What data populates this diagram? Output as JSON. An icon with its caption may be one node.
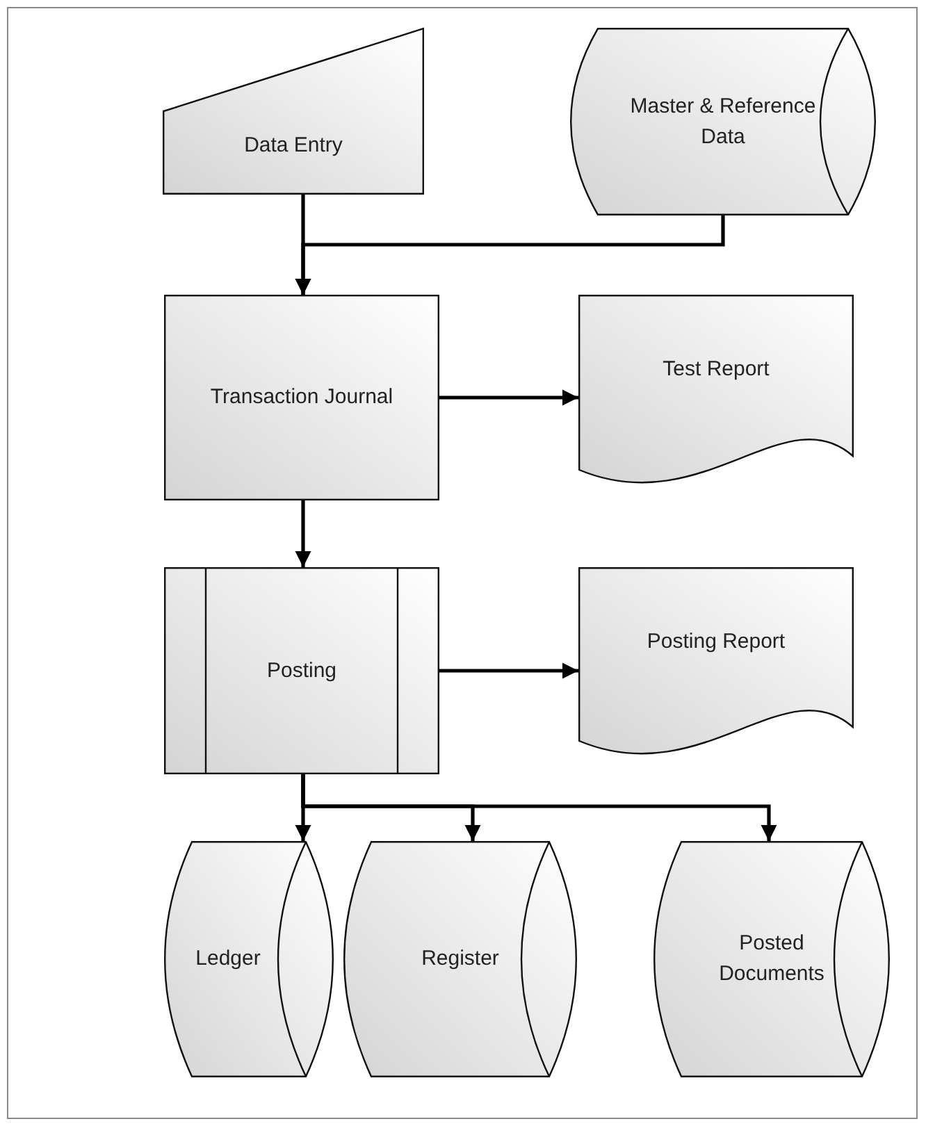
{
  "diagram": {
    "nodes": [
      {
        "text": [
          "Data Entry"
        ]
      },
      {
        "text": [
          "Master & Reference Data"
        ]
      },
      {
        "text": [
          "Transaction Journal"
        ]
      },
      {
        "text": [
          "Test Report"
        ]
      },
      {
        "text": [
          "Posting"
        ]
      },
      {
        "text": [
          "Posting Report"
        ]
      },
      {
        "text": [
          "Ledger"
        ]
      },
      {
        "text": [
          "Register"
        ]
      },
      {
        "text": [
          "Posted Documents"
        ]
      }
    ],
    "edges": [
      {
        "from": 0,
        "to": 2,
        "arrow": "to"
      },
      {
        "from": 1,
        "to": 2,
        "arrow": "to"
      },
      {
        "from": 2,
        "to": 3,
        "arrow": "to"
      },
      {
        "from": 2,
        "to": 4,
        "arrow": "to"
      },
      {
        "from": 4,
        "to": 5,
        "arrow": "to"
      },
      {
        "from": 4,
        "to": 6,
        "arrow": "to"
      },
      {
        "from": 4,
        "to": 7,
        "arrow": "to"
      },
      {
        "from": 4,
        "to": 8,
        "arrow": "to"
      }
    ]
  }
}
